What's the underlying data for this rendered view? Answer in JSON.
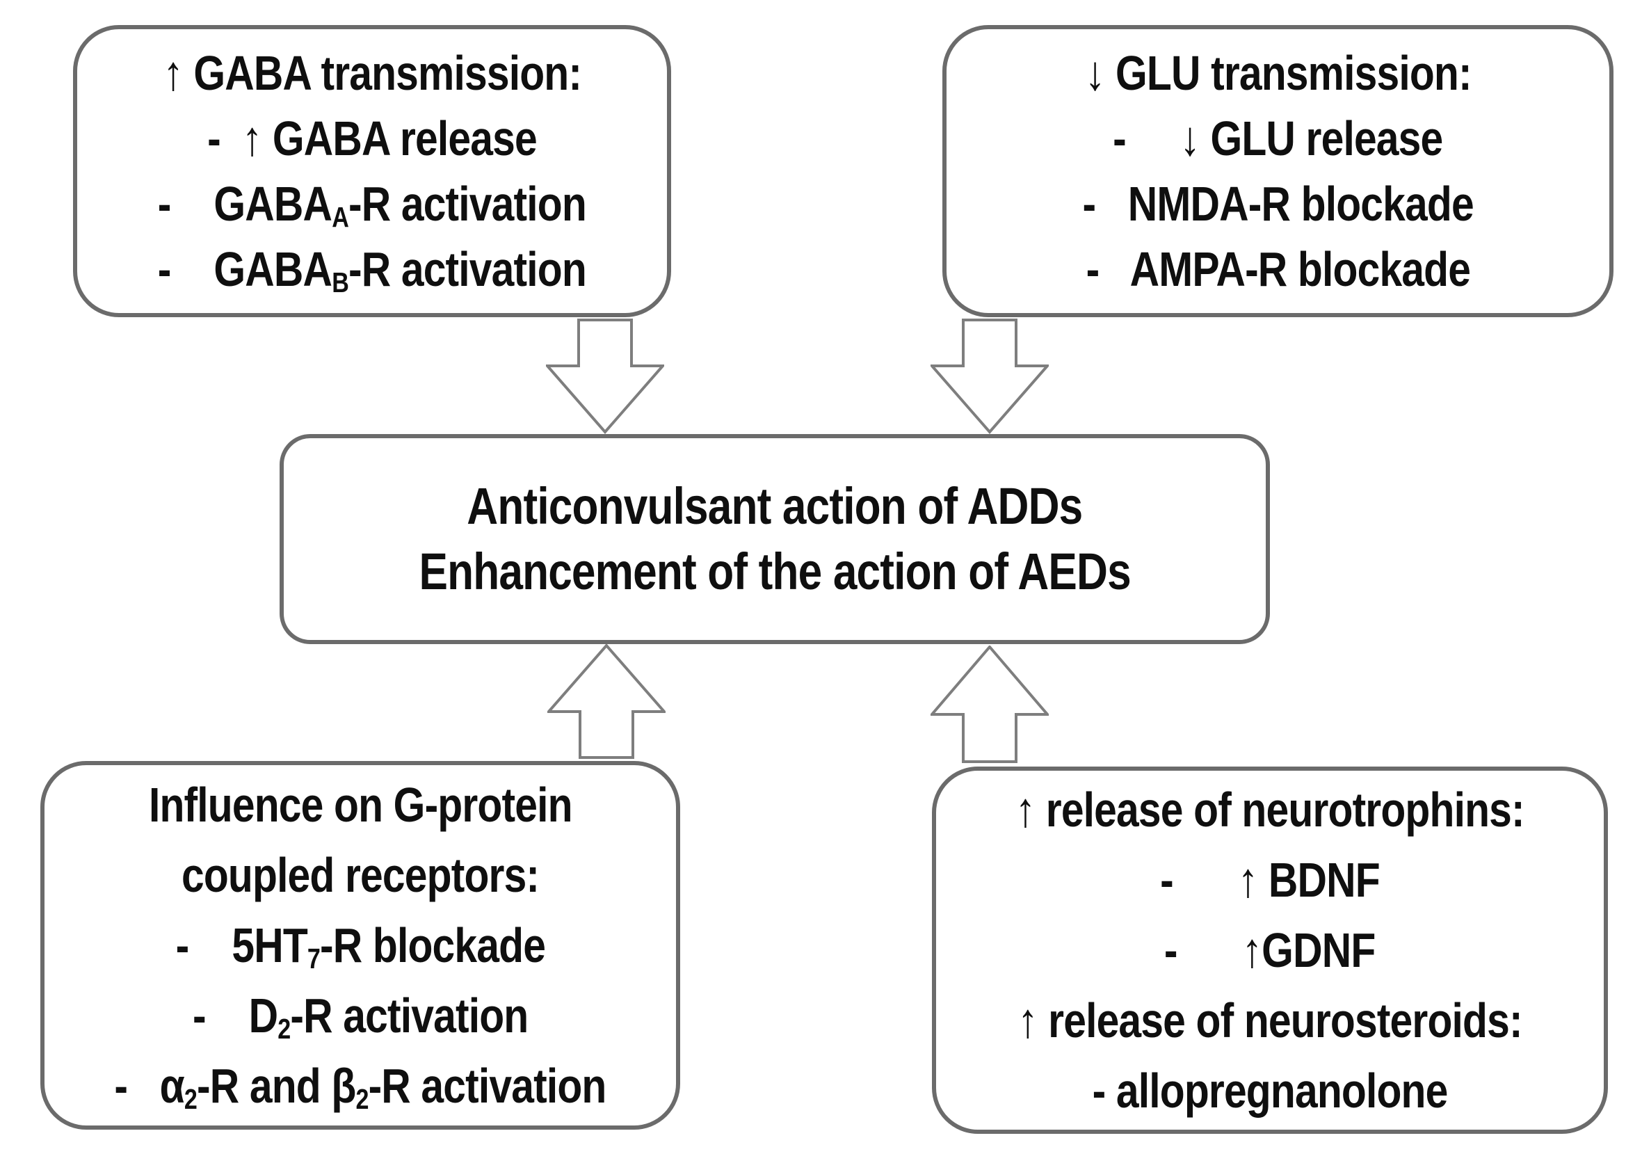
{
  "figure": {
    "type": "flow-diagram",
    "colors": {
      "background": "#ffffff",
      "box-border": "#6b6b6b",
      "arrow-outline": "#7e7e7e",
      "ink": "#0f0f0f"
    }
  },
  "boxes": {
    "gaba": {
      "label": "increased GABA transmission",
      "lines": [
        {
          "runs": [
            {
              "t": "↑ GABA transmission:"
            }
          ]
        },
        {
          "runs": [
            {
              "t": "-  ↑ GABA release"
            }
          ]
        },
        {
          "runs": [
            {
              "t": "-    GABA"
            },
            {
              "t": "A",
              "sub": true
            },
            {
              "t": "-R activation"
            }
          ]
        },
        {
          "runs": [
            {
              "t": "-    GABA"
            },
            {
              "t": "B",
              "sub": true
            },
            {
              "t": "-R activation"
            }
          ]
        }
      ]
    },
    "glu": {
      "label": "decreased GLU transmission",
      "lines": [
        {
          "runs": [
            {
              "t": "↓ GLU transmission:"
            }
          ]
        },
        {
          "runs": [
            {
              "t": "-     ↓ GLU release"
            }
          ]
        },
        {
          "runs": [
            {
              "t": "-   NMDA-R blockade"
            }
          ]
        },
        {
          "runs": [
            {
              "t": "-   AMPA-R blockade"
            }
          ]
        }
      ]
    },
    "center": {
      "label": "central outcome",
      "lines": [
        {
          "runs": [
            {
              "t": "Anticonvulsant action of ADDs"
            }
          ]
        },
        {
          "runs": [
            {
              "t": "Enhancement of the action of AEDs"
            }
          ]
        }
      ]
    },
    "gpcr": {
      "label": "influence on G-protein coupled receptors",
      "lines": [
        {
          "runs": [
            {
              "t": "Influence on G-protein"
            }
          ]
        },
        {
          "runs": [
            {
              "t": "coupled receptors:"
            }
          ]
        },
        {
          "runs": [
            {
              "t": "-    5HT"
            },
            {
              "t": "7",
              "sub": true
            },
            {
              "t": "-R blockade"
            }
          ]
        },
        {
          "runs": [
            {
              "t": "-    D"
            },
            {
              "t": "2",
              "sub": true
            },
            {
              "t": "-R activation"
            }
          ]
        },
        {
          "runs": [
            {
              "t": "-   α"
            },
            {
              "t": "2",
              "sub": true
            },
            {
              "t": "-R and β"
            },
            {
              "t": "2",
              "sub": true
            },
            {
              "t": "-R activation"
            }
          ]
        }
      ]
    },
    "neuro": {
      "label": "release of neurotrophins and neurosteroids",
      "lines": [
        {
          "runs": [
            {
              "t": "↑ release of neurotrophins:"
            }
          ]
        },
        {
          "runs": [
            {
              "t": "-      ↑ BDNF"
            }
          ]
        },
        {
          "runs": [
            {
              "t": "-      ↑GDNF"
            }
          ]
        },
        {
          "runs": [
            {
              "t": "↑ release of neurosteroids:"
            }
          ]
        },
        {
          "runs": [
            {
              "t": "- allopregnanolone"
            }
          ]
        }
      ]
    }
  },
  "arrows": [
    {
      "name": "gaba-to-center",
      "direction": "down"
    },
    {
      "name": "glu-to-center",
      "direction": "down"
    },
    {
      "name": "gpcr-to-center",
      "direction": "up"
    },
    {
      "name": "neuro-to-center",
      "direction": "up"
    }
  ]
}
